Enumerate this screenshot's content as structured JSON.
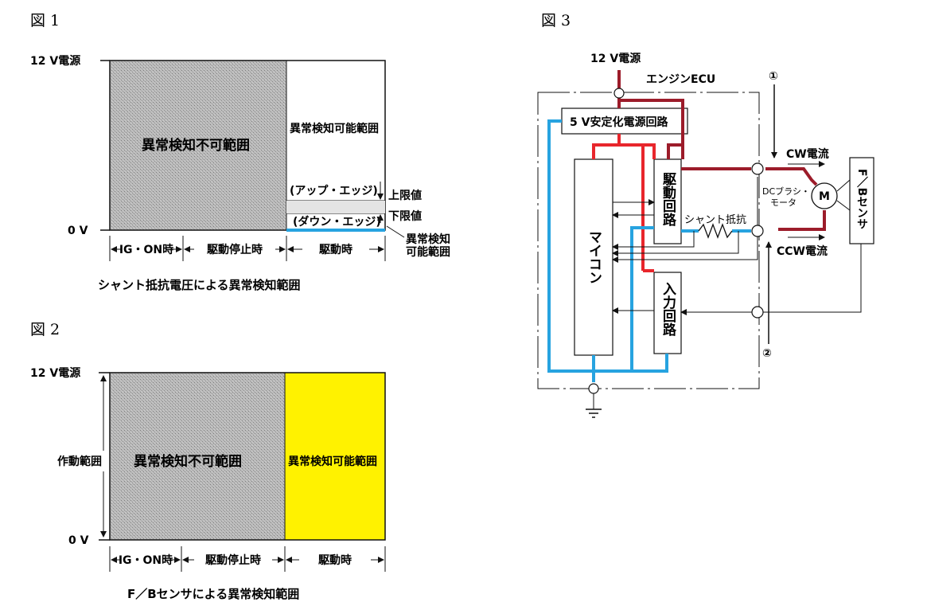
{
  "fig1": {
    "title": "図 1",
    "v12": "12 V電源",
    "v0": "0 V",
    "region_no": "異常検知不可範囲",
    "region_yes": "異常検知可能範囲",
    "up_edge": "(アップ・エッジ)",
    "down_edge": "(ダウン・エッジ)",
    "upper_limit": "上限値",
    "lower_limit": "下限値",
    "note_line1": "異常検知",
    "note_line2": "可能範囲",
    "axis": [
      "IG・ON時",
      "駆動停止時",
      "駆動時"
    ],
    "caption": "シャント抵抗電圧による異常検知範囲"
  },
  "fig2": {
    "title": "図 2",
    "v12": "12 V電源",
    "v0": "0 V",
    "range": "作動範囲",
    "region_no": "異常検知不可範囲",
    "region_yes": "異常検知可能範囲",
    "axis": [
      "IG・ON時",
      "駆動停止時",
      "駆動時"
    ],
    "caption": "F／Bセンサによる異常検知範囲"
  },
  "fig3": {
    "title": "図 3",
    "power": "12 V電源",
    "ecu": "エンジンECU",
    "marker1": "①",
    "marker2": "②",
    "reg5v": "5 V安定化電源回路",
    "micon": "マイコン",
    "drive": "駆動回路",
    "input": "入力回路",
    "shunt": "シャント抵抗",
    "cw": "CW電流",
    "ccw": "CCW電流",
    "motor_line1": "DCブラシ・",
    "motor_line2": "モータ",
    "motor_symbol": "M",
    "sensor": "F／Bセンサ"
  },
  "colors": {
    "red": "#e8262c",
    "dark_red": "#9c1c2a",
    "blue": "#27a3e0",
    "yellow": "#fff200",
    "gray_fill": "#a9a9a9"
  }
}
